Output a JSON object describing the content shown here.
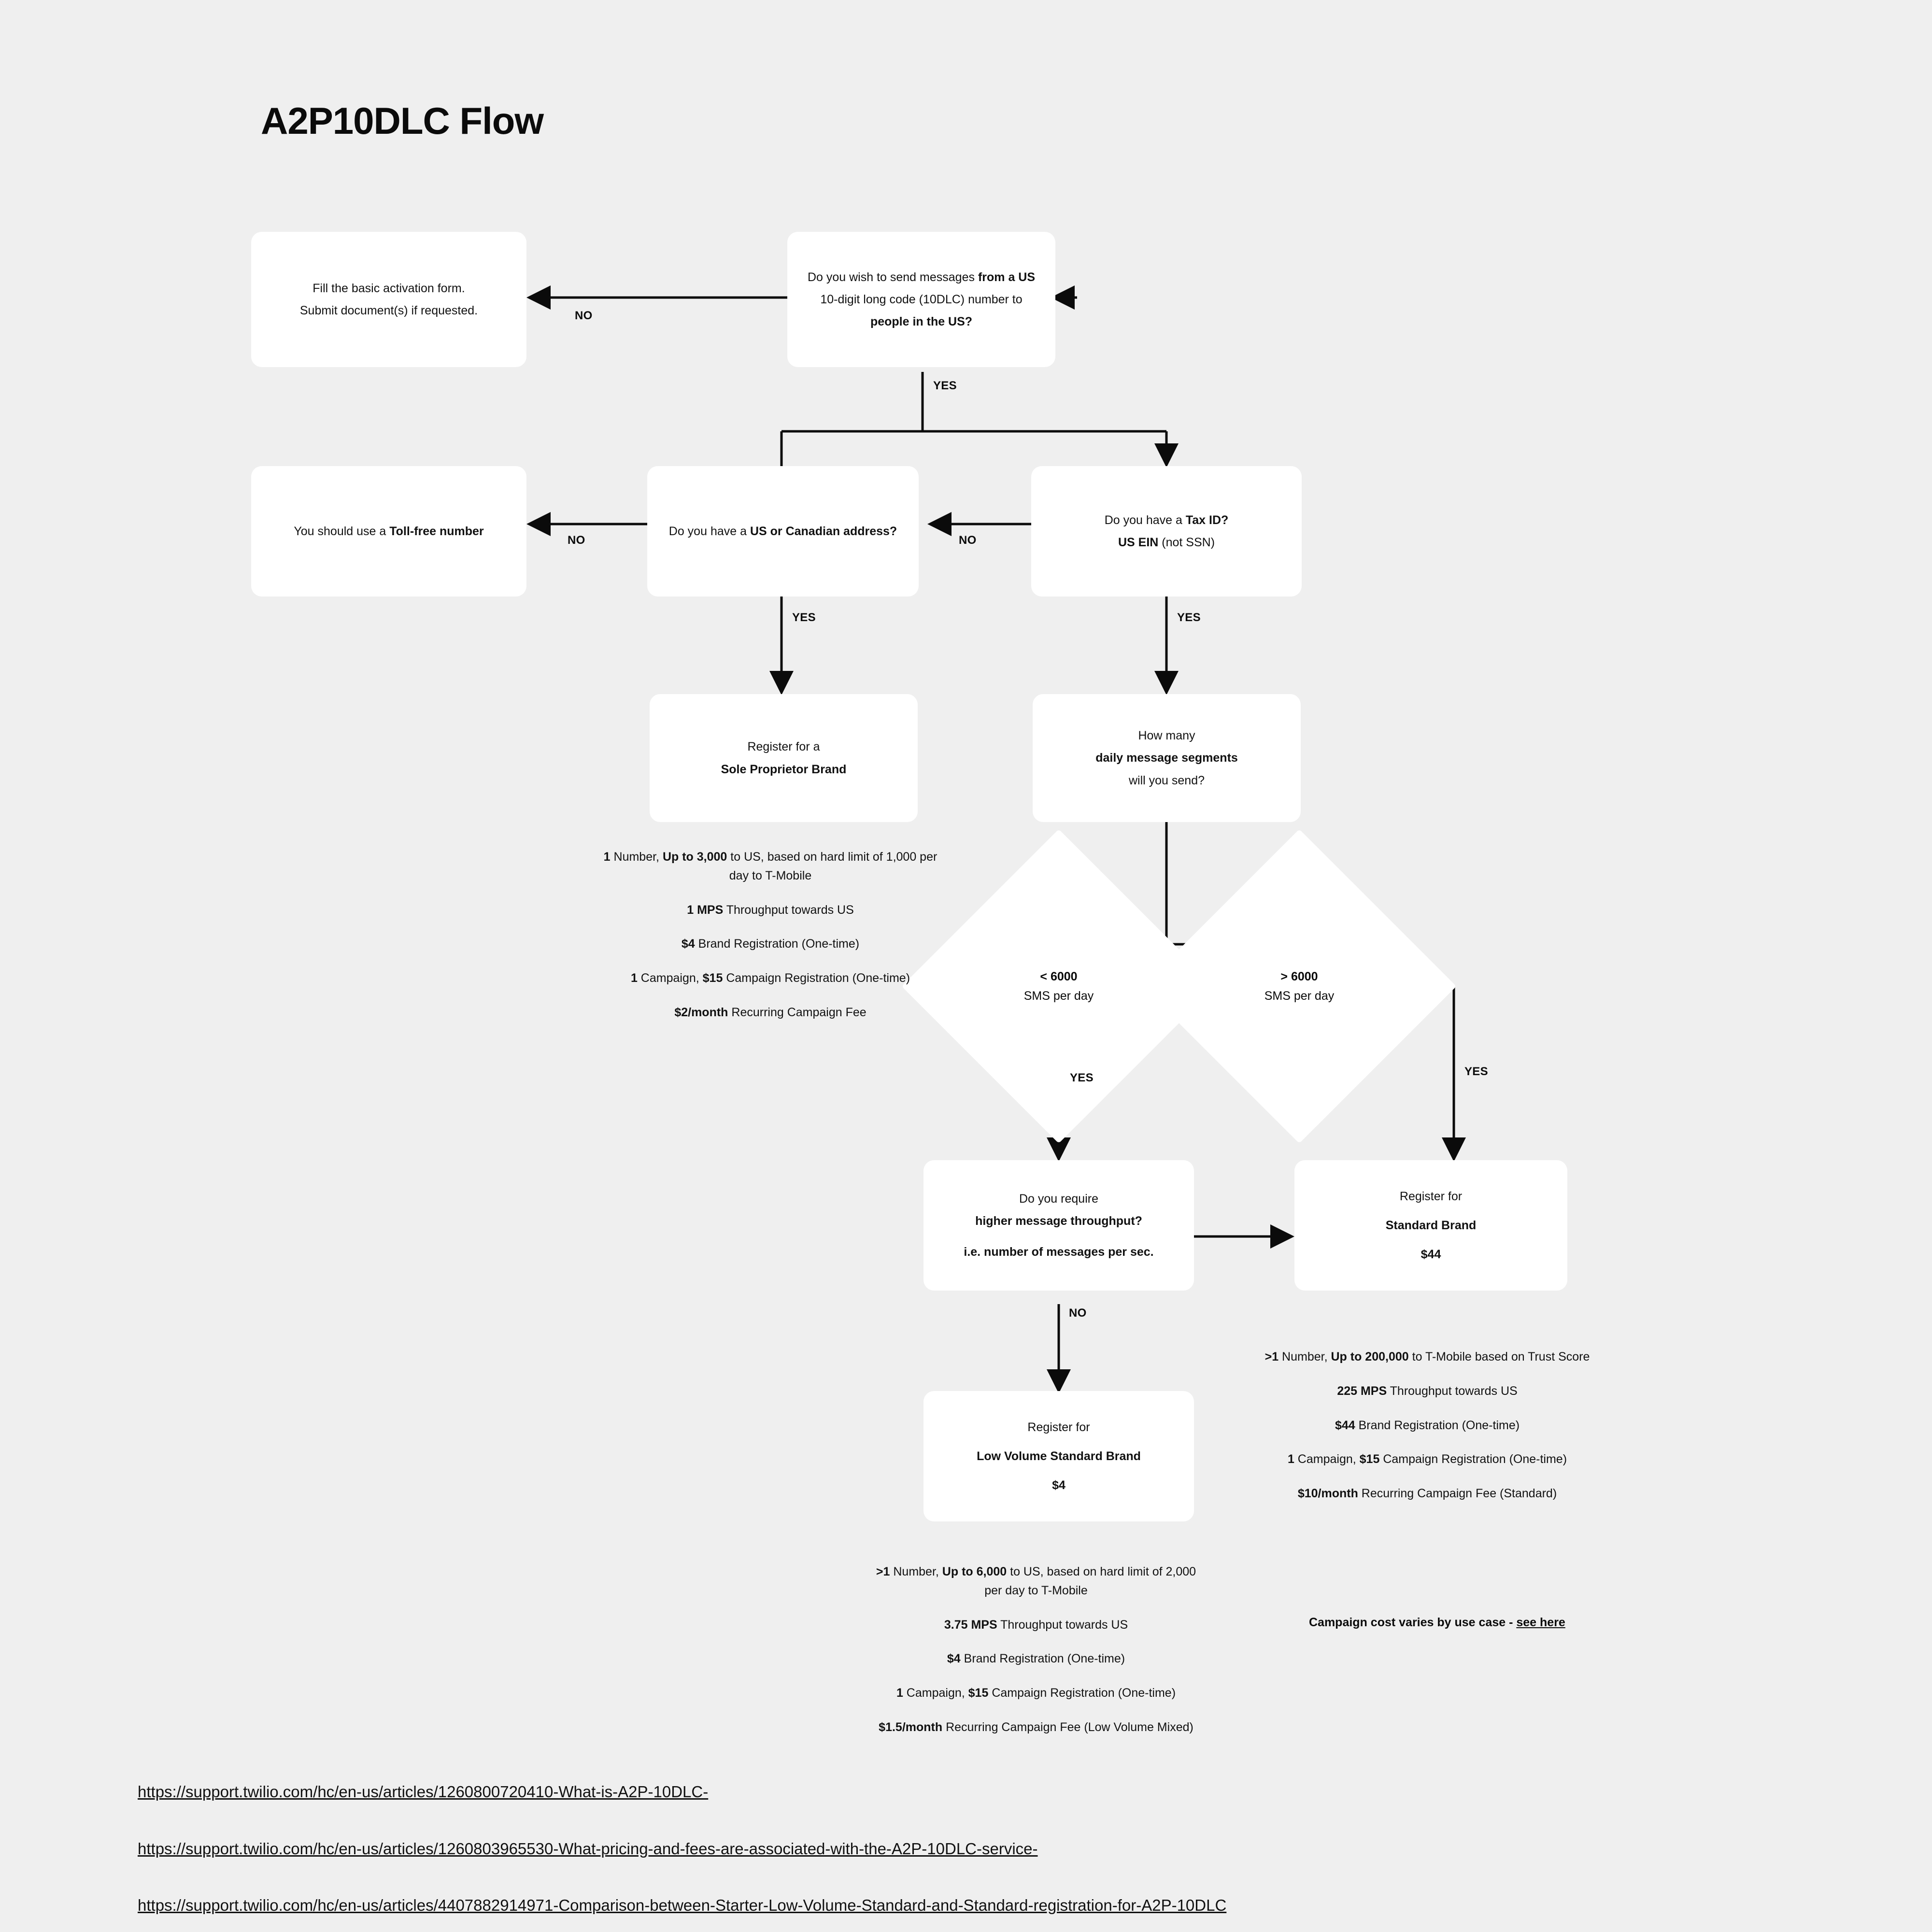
{
  "title": "A2P10DLC Flow",
  "nodes": {
    "activation": {
      "line1": "Fill the basic activation form.",
      "line2": "Submit document(s) if requested."
    },
    "q_us_number": {
      "l1_plain": "Do you wish to send messages ",
      "l1_bold": "from a US",
      "l2": "10-digit long code (10DLC) number to",
      "l3_bold": "people in the US?"
    },
    "tollfree": {
      "plain": "You should use a ",
      "bold": "Toll-free number"
    },
    "q_address": {
      "plain": "Do you have a ",
      "bold": "US or Canadian address?"
    },
    "q_taxid": {
      "l1_plain": "Do you have a ",
      "l1_bold": "Tax ID?",
      "l2_bold": "US EIN",
      "l2_plain": " (not SSN)"
    },
    "sole_prop": {
      "l1": "Register for a",
      "l2_bold": "Sole Proprietor Brand"
    },
    "q_segments": {
      "l1": "How many",
      "l2_bold": "daily message segments",
      "l3": "will you send?"
    },
    "d_lt6000": {
      "bold": "< 6000",
      "plain": "SMS per day"
    },
    "d_gt6000": {
      "bold": "> 6000",
      "plain": "SMS per day"
    },
    "q_throughput": {
      "l1": "Do you require",
      "l2_bold": "higher message throughput?",
      "l3_bold": "i.e. number of messages per sec."
    },
    "standard_brand": {
      "l1": "Register for",
      "l2_bold": "Standard Brand",
      "l3_bold": "$44"
    },
    "low_volume_brand": {
      "l1": "Register for",
      "l2_bold": "Low Volume Standard Brand",
      "l3_bold": "$4"
    }
  },
  "edge_labels": {
    "no_top": "NO",
    "yes_top": "YES",
    "no_address": "NO",
    "no_taxid": "NO",
    "yes_address": "YES",
    "yes_taxid": "YES",
    "yes_lt6000": "YES",
    "yes_gt6000": "YES",
    "no_throughput": "NO"
  },
  "notes": {
    "sole_prop": [
      {
        "a": "1",
        "b": " Number, ",
        "c": "Up to 3,000",
        "d": " to US, based on hard limit of 1,000 per day to T-Mobile"
      },
      {
        "a": "1 MPS",
        "b": " Throughput towards US"
      },
      {
        "a": "$4",
        "b": " Brand Registration (One-time)"
      },
      {
        "a": "1",
        "b": " Campaign, ",
        "c": "$15",
        "d": " Campaign Registration (One-time)"
      },
      {
        "a": "$2/month",
        "b": "  Recurring Campaign Fee"
      }
    ],
    "low_volume": [
      {
        "a": ">1",
        "b": " Number, ",
        "c": "Up to 6,000",
        "d": " to US, based on hard limit of 2,000 per day to T-Mobile"
      },
      {
        "a": "3.75 MPS",
        "b": " Throughput towards US"
      },
      {
        "a": "$4",
        "b": " Brand Registration (One-time)"
      },
      {
        "a": "1",
        "b": " Campaign, ",
        "c": "$15",
        "d": " Campaign Registration (One-time)"
      },
      {
        "a": "$1.5/month",
        "b": "  Recurring Campaign Fee (Low Volume Mixed)"
      }
    ],
    "standard": [
      {
        "a": ">1",
        "b": " Number, ",
        "c": "Up to 200,000",
        "d": " to T-Mobile based on Trust Score"
      },
      {
        "a": "225 MPS",
        "b": " Throughput towards US"
      },
      {
        "a": "$44",
        "b": " Brand Registration (One-time)"
      },
      {
        "a": "1",
        "b": " Campaign, ",
        "c": "$15",
        "d": " Campaign Registration (One-time)"
      },
      {
        "a": "$10/month",
        "b": "  Recurring Campaign Fee (Standard)"
      }
    ]
  },
  "footnote": {
    "text": "Campaign cost varies by use case - ",
    "link": "see here"
  },
  "links": [
    "https://support.twilio.com/hc/en-us/articles/1260800720410-What-is-A2P-10DLC-",
    "https://support.twilio.com/hc/en-us/articles/1260803965530-What-pricing-and-fees-are-associated-with-the-A2P-10DLC-service-",
    "https://support.twilio.com/hc/en-us/articles/4407882914971-Comparison-between-Starter-Low-Volume-Standard-and-Standard-registration-for-A2P-10DLC"
  ],
  "colors": {
    "background": "#efefef",
    "node_fill": "#ffffff",
    "stroke": "#0b0b0b",
    "text": "#111111"
  }
}
